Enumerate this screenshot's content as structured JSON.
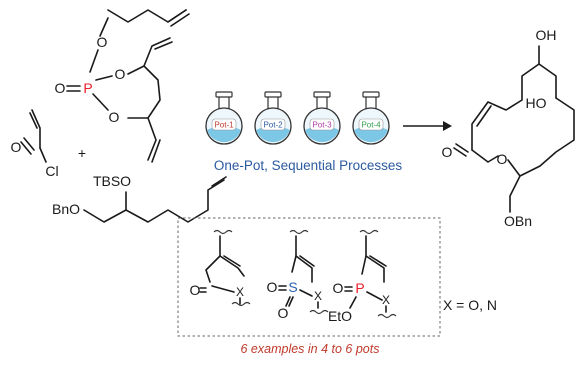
{
  "colors": {
    "phosphorus": "#e8202a",
    "sulfur": "#2c62b5",
    "caption_blue": "#2c5aa0",
    "footer_red": "#c0392b",
    "pot_liquid": "#7cc6e6",
    "pot_label_1": "#c0392b",
    "pot_label_2": "#2c5aa0",
    "pot_label_3": "#b03aa5",
    "pot_label_4": "#2e9e4f"
  },
  "reactants": {
    "phosphate": {
      "p": "P",
      "o_double": "O",
      "o_ester": [
        "O",
        "O",
        "O"
      ]
    },
    "acryloyl": {
      "o": "O",
      "cl": "Cl"
    },
    "plus": "+",
    "fragment": {
      "tbso": "TBSO",
      "bno": "BnO"
    }
  },
  "pots": [
    "Pot-1",
    "Pot-2",
    "Pot-3",
    "Pot-4"
  ],
  "process_caption": "One-Pot, Sequential Processes",
  "product": {
    "oh_top": "OH",
    "ho": "HO",
    "o_carbonyl": "O",
    "o_ester": "O",
    "obn": "OBn"
  },
  "box_examples": {
    "carbonyl": {
      "o": "O",
      "x": "X"
    },
    "sulfonyl": {
      "o1": "O",
      "s": "S",
      "o2": "O",
      "x": "X"
    },
    "phosphonyl": {
      "o": "O",
      "p": "P",
      "eto": "EtO",
      "x": "X"
    }
  },
  "x_definition": "X = O, N",
  "footer": "6 examples in 4 to 6 pots"
}
